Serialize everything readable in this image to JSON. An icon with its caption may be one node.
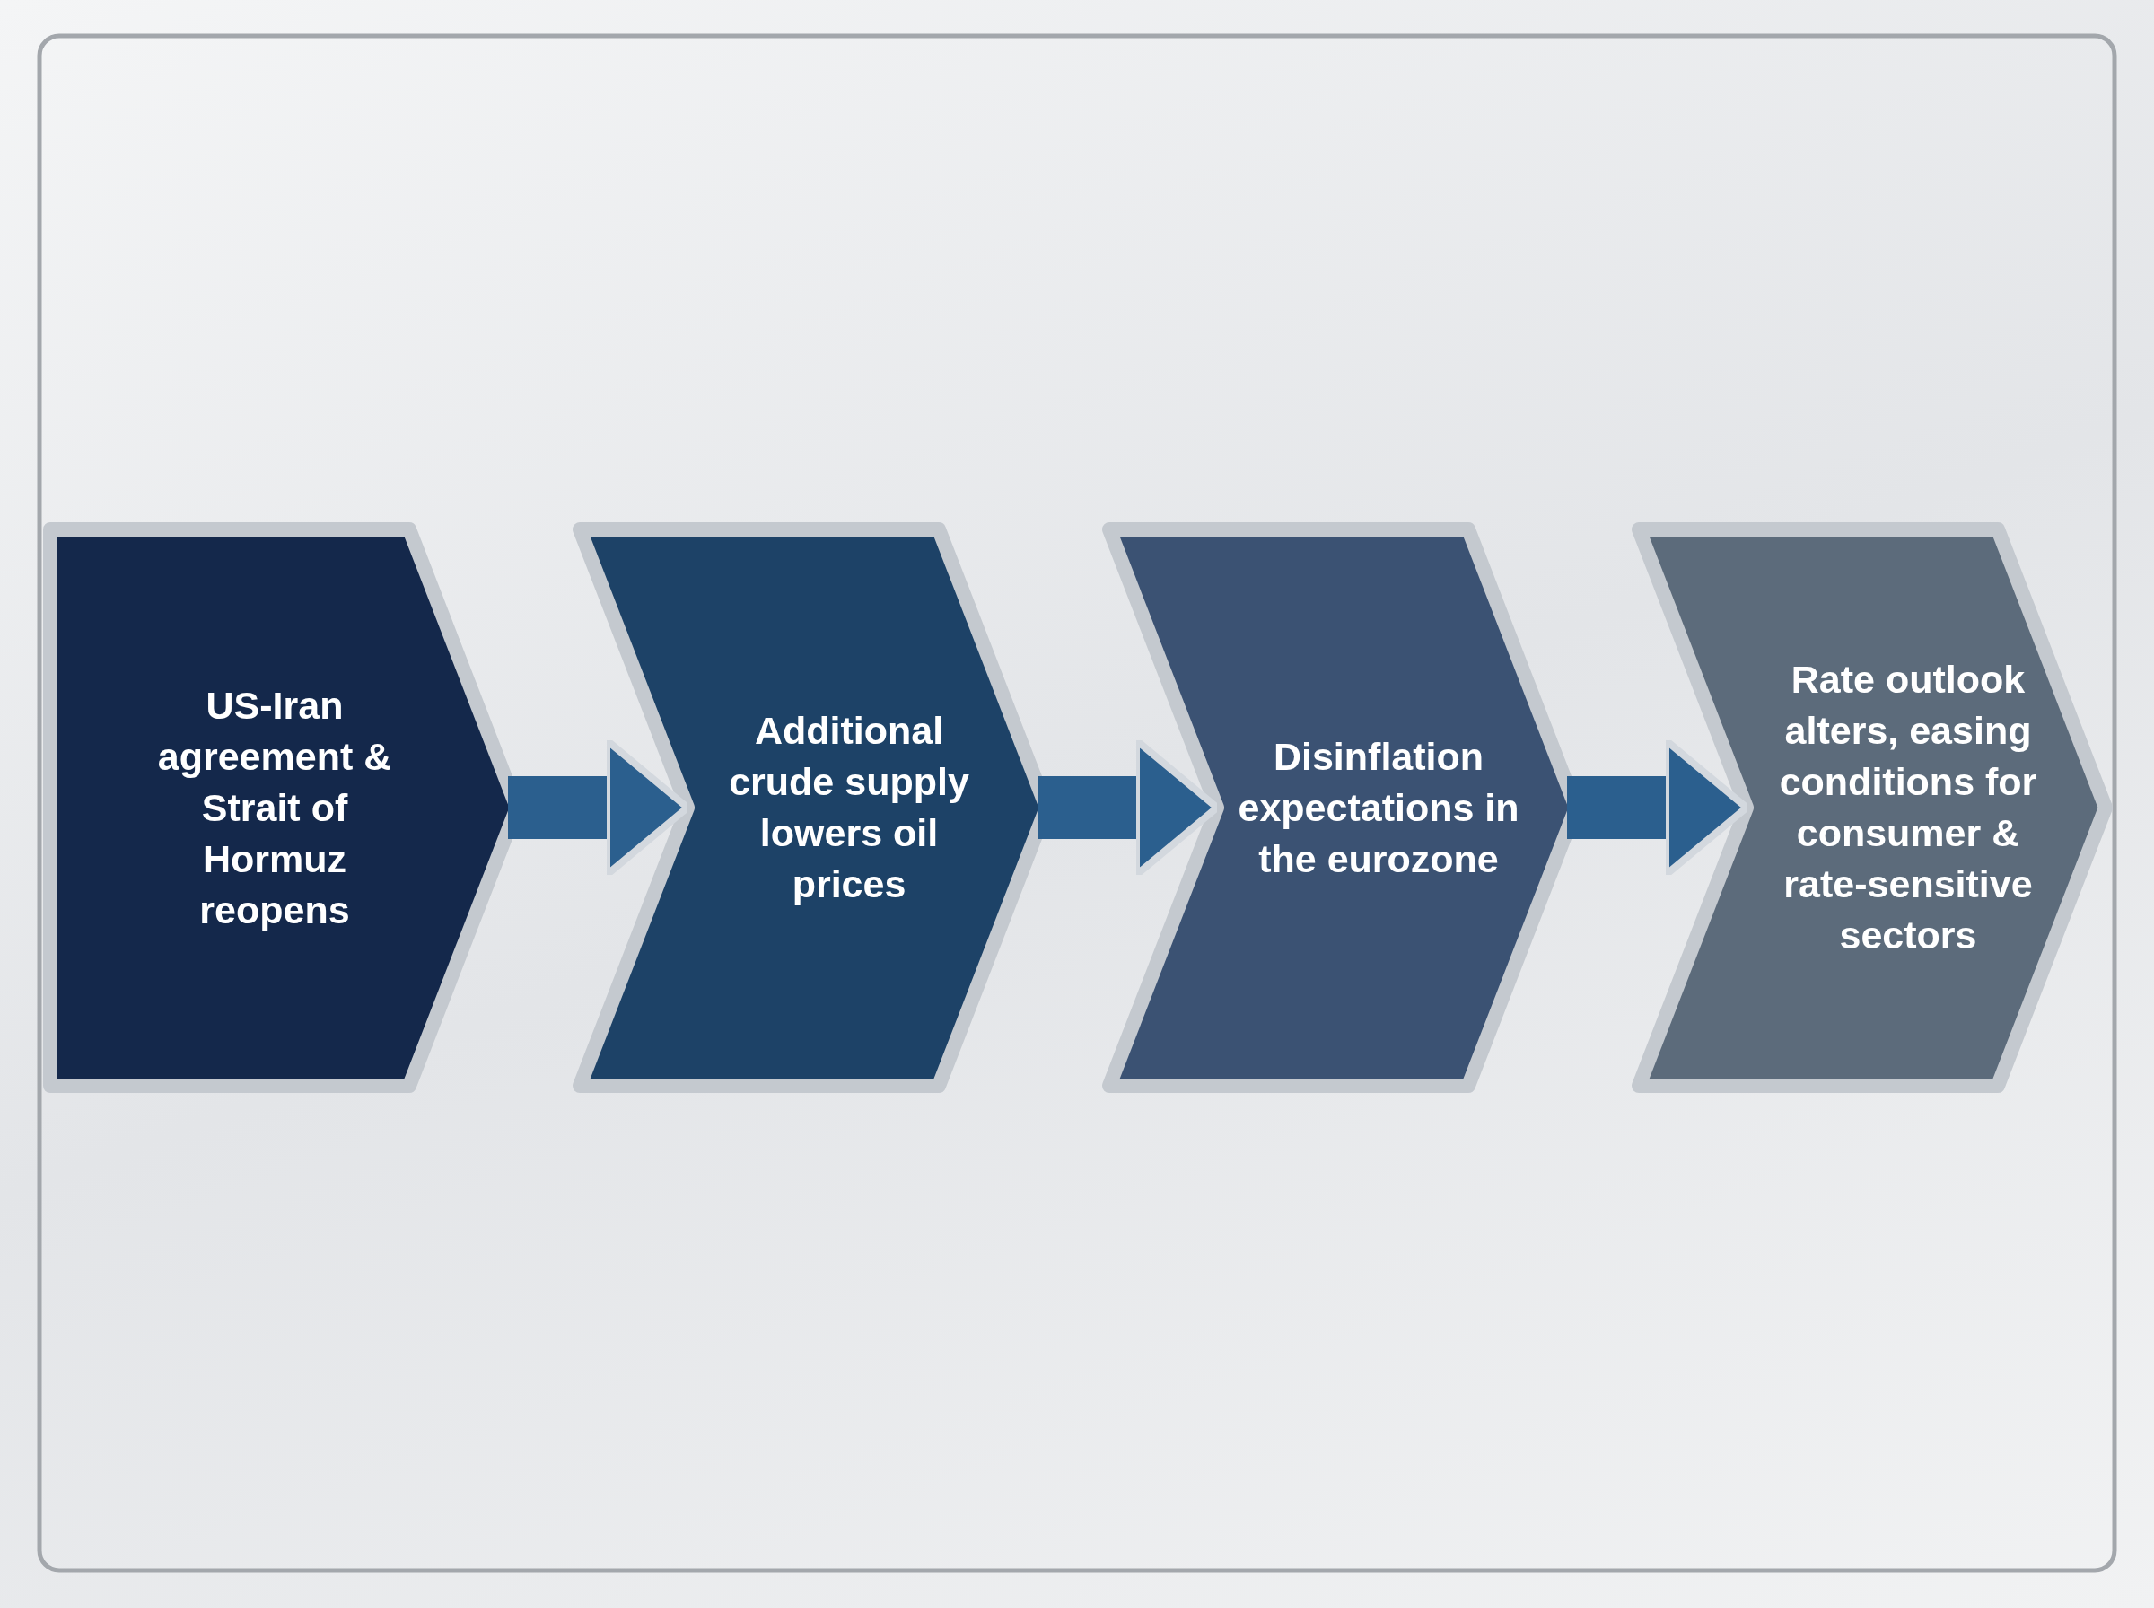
{
  "diagram": {
    "nodes": [
      {
        "text": [
          "US-Iran agreement & Strait of Hormuz reopens"
        ]
      },
      {
        "text": [
          "Additional crude supply lowers oil prices"
        ]
      },
      {
        "text": [
          "Disinflation expectations in the eurozone"
        ]
      },
      {
        "text": [
          "Rate outlook alters, easing conditions for consumer & rate-sensitive sectors"
        ]
      }
    ],
    "edges": [
      {
        "from": 0,
        "to": 1,
        "arrow": "to"
      },
      {
        "from": 1,
        "to": 2,
        "arrow": "to"
      },
      {
        "from": 2,
        "to": 3,
        "arrow": "to"
      }
    ]
  }
}
